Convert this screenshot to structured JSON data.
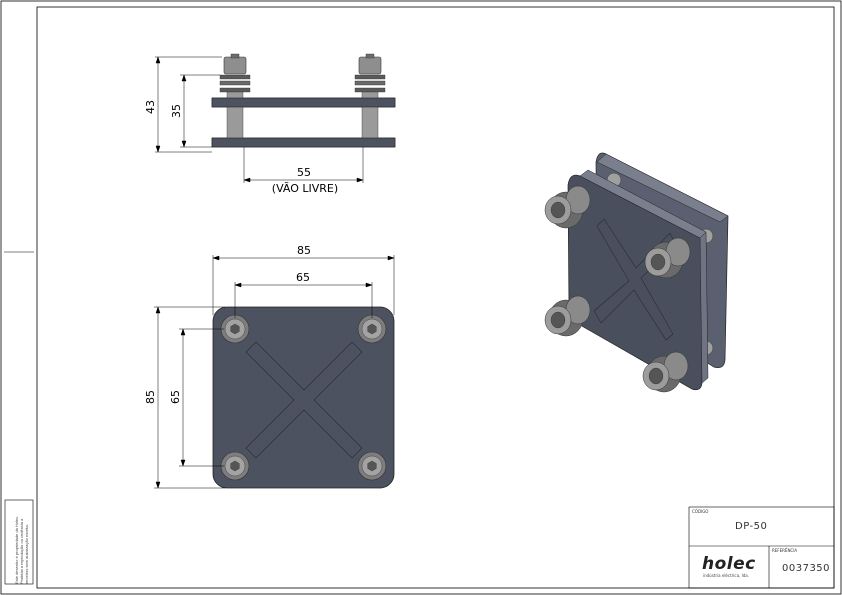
{
  "drawing": {
    "top_view": {
      "dim_total_height": "43",
      "dim_plate_height": "35",
      "dim_gap": "55",
      "dim_gap_note": "(VÃO LIVRE)"
    },
    "front_view": {
      "dim_width": "85",
      "dim_hole_spacing_h": "65",
      "dim_height": "85",
      "dim_hole_spacing_v": "65"
    }
  },
  "title_block": {
    "codigo_label": "CÓDIGO",
    "codigo_value": "DP-50",
    "referencia_label": "REFERÊNCIA",
    "referencia_value": "0037350",
    "logo_text": "holec",
    "logo_subtext": "indústria eléctrica, lda."
  },
  "side_note": "Este desenho é propriedade da Holec. Proibida a reprodução ou cedência a terceiros sem autorização escrita.",
  "colors": {
    "plate_fill": "#4d5260",
    "plate_edge": "#2a2d36",
    "bolt_fill": "#9a9a9a",
    "line": "#000000"
  }
}
